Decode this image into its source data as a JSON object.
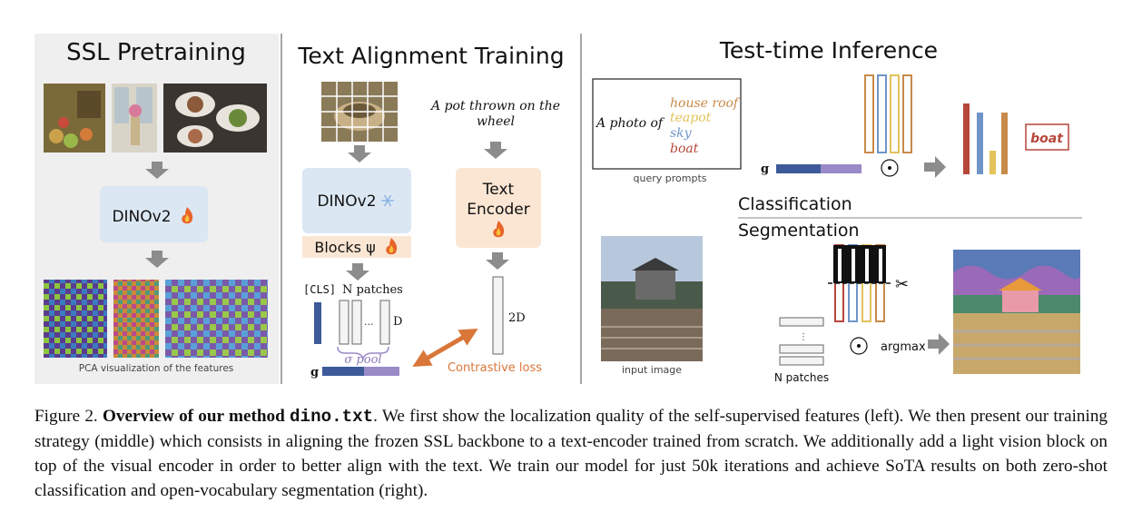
{
  "ssl": {
    "title": "SSL Pretraining",
    "model": "DINOv2",
    "pca_caption": "PCA visualization of the features"
  },
  "text_align": {
    "title": "Text Alignment Training",
    "text_input": "A pot thrown on the wheel",
    "model": "DINOv2",
    "blocks": "Blocks ψ",
    "text_encoder_line1": "Text",
    "text_encoder_line2": "Encoder",
    "cls": "[CLS]",
    "n_patches": "N patches",
    "dots": "...",
    "d": "D",
    "pool": "σ pool",
    "g": "g",
    "two_d": "2D",
    "contrastive": "Contrastive loss"
  },
  "inference": {
    "title": "Test-time Inference",
    "photo_of": "A photo of",
    "prompts": [
      "house roof",
      "teapot",
      "sky",
      "boat"
    ],
    "prompt_colors": [
      "#c88a4a",
      "#e3c25a",
      "#6f95c8",
      "#b5473a"
    ],
    "query_caption": "query prompts",
    "g": "g",
    "boat_label": "boat",
    "classification": "Classification",
    "segmentation": "Segmentation",
    "input_caption": "input image",
    "n_patches": "N patches",
    "argmax": "argmax",
    "odot": "⊙",
    "scissors": "✂"
  },
  "caption": {
    "fig_label": "Figure 2.",
    "bold_part": "Overview of our method",
    "method": "dino.txt",
    "body": ". We first show the localization quality of the self-supervised features (left). We then present our training strategy (middle) which consists in aligning the frozen SSL backbone to a text-encoder trained from scratch. We additionally add a light vision block on top of the visual encoder in order to better align with the text. We train our model for just 50k iterations and achieve SoTA results on both zero-shot classification and open-vocabulary segmentation (right)."
  },
  "colors": {
    "panel_gray": "#efefef",
    "dino_blue": "#dbe7f3",
    "blocks_peach": "#fbe6d4",
    "arrow_gray": "#8c8c8c",
    "arrow_orange": "#d9773a",
    "g_blue": "#3d5a9a",
    "g_purple": "#9a8ac8"
  },
  "icons": [
    "flame-icon",
    "snowflake-icon",
    "scissors-icon",
    "odot-icon"
  ]
}
